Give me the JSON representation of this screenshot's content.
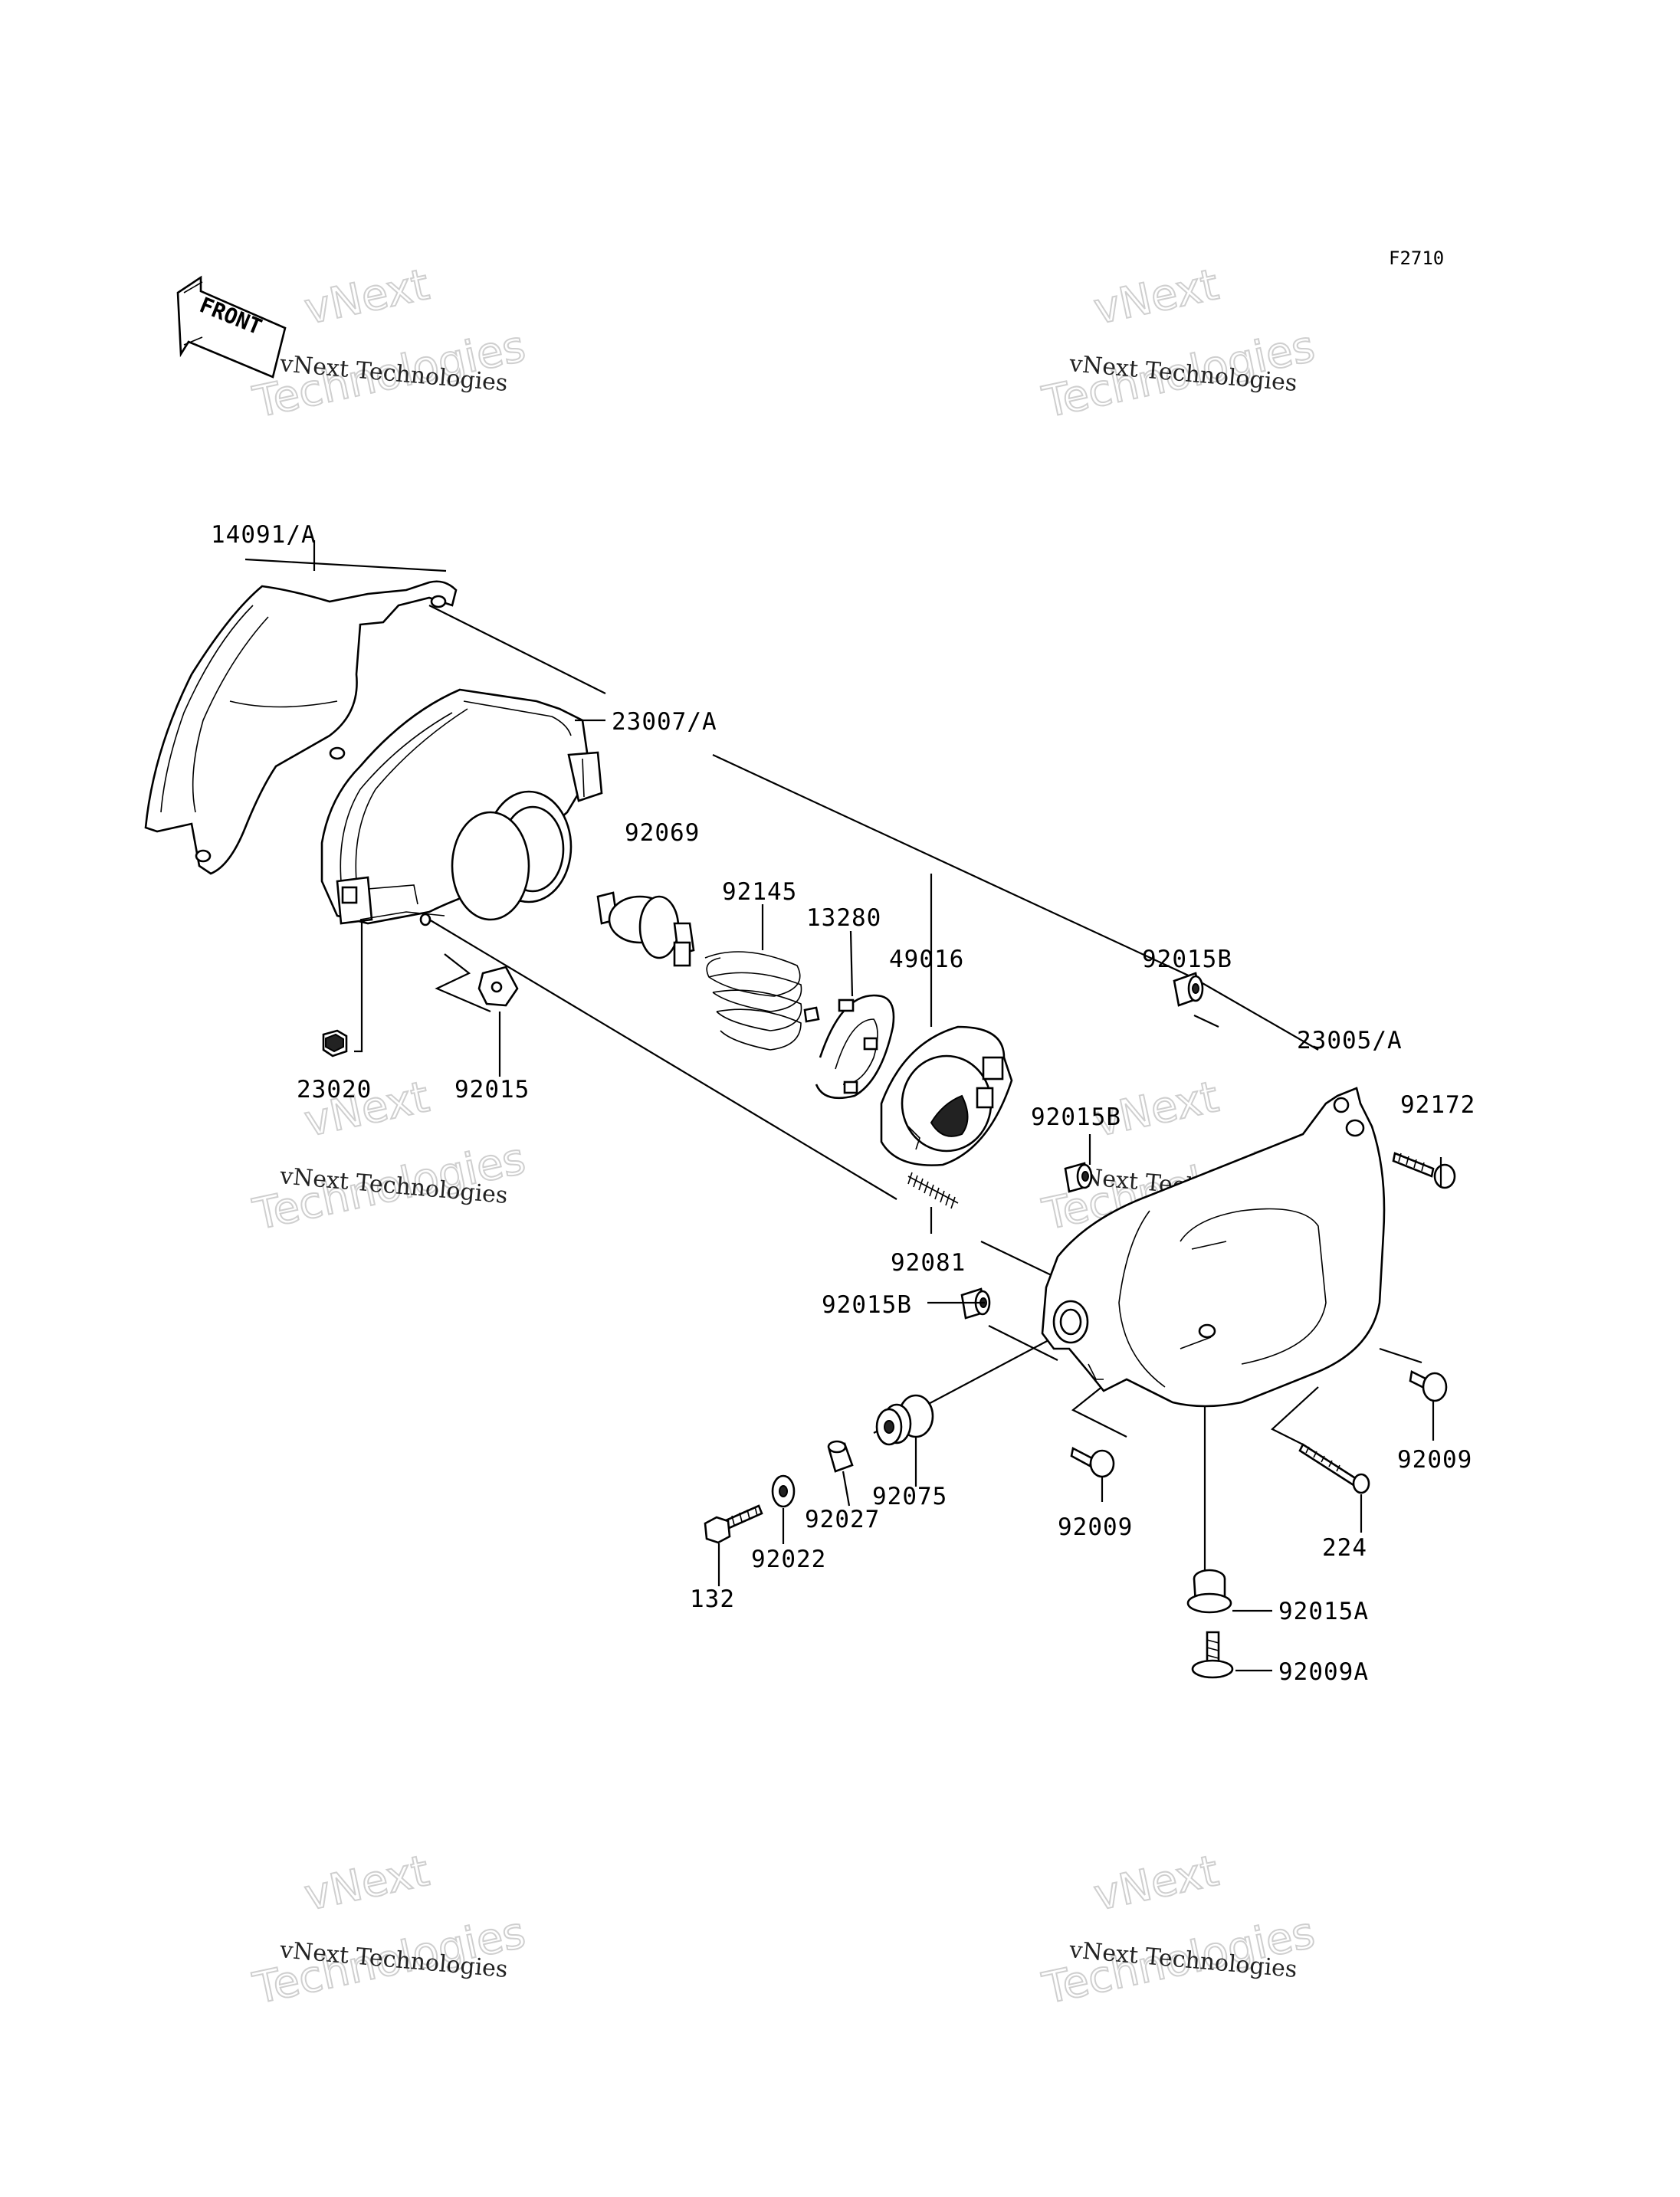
{
  "diagram_code": "F2710",
  "front_indicator": "FRONT",
  "watermarks": [
    {
      "small": "vNext Technologies",
      "big_top": "vNext",
      "big_bottom": "Technologies"
    },
    {
      "small": "vNext Technologies",
      "big_top": "vNext",
      "big_bottom": "Technologies"
    },
    {
      "small": "vNext Technologies",
      "big_top": "vNext",
      "big_bottom": "Technologies"
    },
    {
      "small": "vNext Technologies",
      "big_top": "vNext",
      "big_bottom": "Technologies"
    },
    {
      "small": "vNext Technologies",
      "big_top": "vNext",
      "big_bottom": "Technologies"
    },
    {
      "small": "vNext Technologies",
      "big_top": "vNext",
      "big_bottom": "Technologies"
    }
  ],
  "part_labels": {
    "p14091A": "14091/A",
    "p23007A": "23007/A",
    "p92069": "92069",
    "p92145": "92145",
    "p13280": "13280",
    "p49016": "49016",
    "p92015B_top": "92015B",
    "p23005A": "23005/A",
    "p92172": "92172",
    "p92015B_mid": "92015B",
    "p23020": "23020",
    "p92015": "92015",
    "p92081": "92081",
    "p92015B_low": "92015B",
    "p92009_right": "92009",
    "p92075": "92075",
    "p92027": "92027",
    "p92022": "92022",
    "p132": "132",
    "p92009_mid": "92009",
    "p224": "224",
    "p92015A": "92015A",
    "p92009A": "92009A"
  }
}
